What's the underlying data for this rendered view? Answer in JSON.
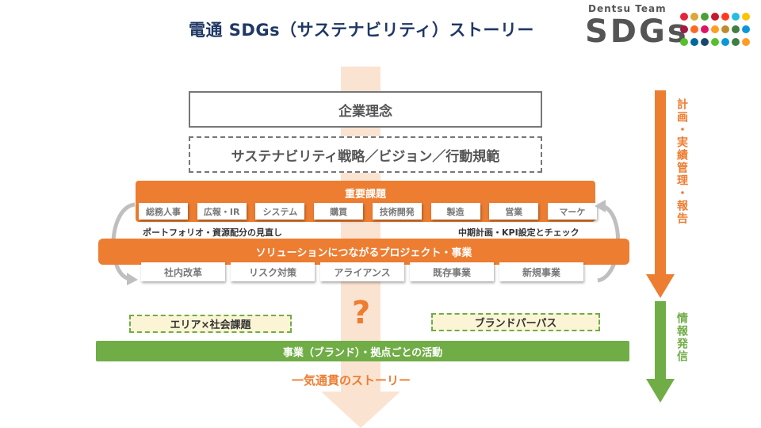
{
  "title": "電通 SDGs（サステナビリティ）ストーリー",
  "logo": {
    "small_text": "Dentsu Team",
    "big_text": "SDGs",
    "dot_colors": [
      "#e5243b",
      "#dda63a",
      "#4c9f38",
      "#c5192d",
      "#ff3a21",
      "#26bde2",
      "#fcc30b",
      "#a21942",
      "#fd6925",
      "#dd1367",
      "#fd9d24",
      "#bf8b2e",
      "#3f7e44",
      "#0a97d9",
      "#56c02b",
      "#00689d",
      "#19486a",
      "#56c02b",
      "#0a97d9",
      "#3f7e44",
      "#fd9d24"
    ]
  },
  "corporate_philosophy": "企業理念",
  "strategy": "サステナビリティ戦略／ビジョン／行動規範",
  "key_issues": {
    "label": "重要課題",
    "items": [
      "総務人事",
      "広報・IR",
      "システム",
      "購買",
      "技術開発",
      "製造",
      "営業",
      "マーケ"
    ]
  },
  "notes": {
    "left": "ポートフォリオ・資源配分の見直し",
    "right": "中期計画・KPI設定とチェック"
  },
  "solutions": {
    "label": "ソリューションにつながるプロジェクト・事業",
    "items": [
      "社内改革",
      "リスク対策",
      "アライアンス",
      "既存事業",
      "新規事業"
    ]
  },
  "question_mark": "?",
  "area_issue": "エリア×社会課題",
  "brand_purpose": "ブランドパーパス",
  "business_activities": "事業（ブランド）・拠点ごとの活動",
  "story": "一気通貫のストーリー",
  "side": {
    "planning": "計画・実績管理・報告",
    "info": "情報発信"
  },
  "colors": {
    "orange": "#ed7d31",
    "green": "#70ad47",
    "navy": "#1f3864",
    "peach": "#fbe3d2"
  }
}
